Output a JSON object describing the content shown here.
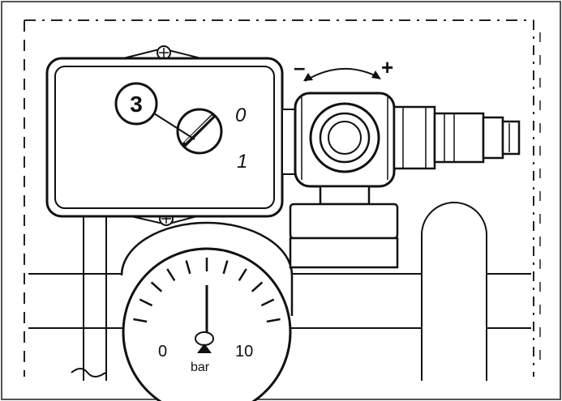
{
  "callout": {
    "number": "3"
  },
  "switch": {
    "position_open": "0",
    "position_closed": "1"
  },
  "adjuster": {
    "minus": "–",
    "plus": "+"
  },
  "gauge": {
    "min_label": "0",
    "max_label": "10",
    "unit": "bar",
    "min_value": 0,
    "max_value": 10
  },
  "colors": {
    "line": "#111111",
    "background": "#ffffff",
    "frame": "#555555"
  }
}
